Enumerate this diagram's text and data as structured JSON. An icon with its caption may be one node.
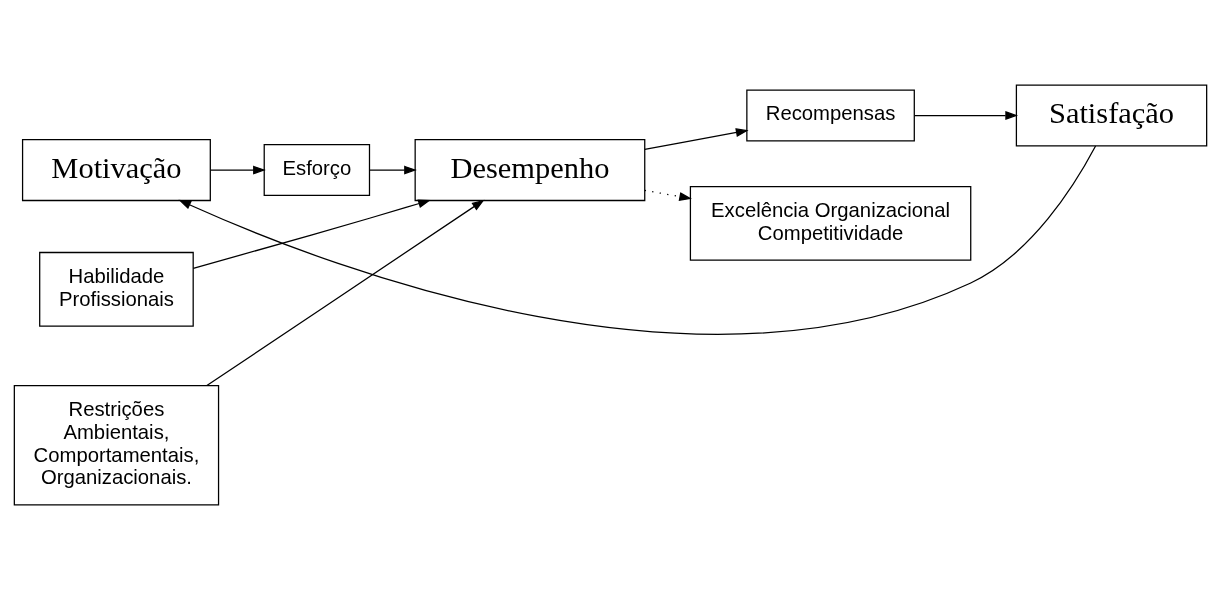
{
  "diagram": {
    "nodes": [
      {
        "text": [
          "Motivação"
        ]
      },
      {
        "text": [
          "Esforço"
        ]
      },
      {
        "text": [
          "Desempenho"
        ]
      },
      {
        "text": [
          "Recompensas"
        ]
      },
      {
        "text": [
          "Satisfação"
        ]
      },
      {
        "text": [
          "Habilidade Profissionais"
        ]
      },
      {
        "text": [
          "Restrições Ambientais, Comportamentais, Organizacionais."
        ]
      },
      {
        "text": [
          "Excelência Organizacional Competitividade"
        ]
      }
    ],
    "edges": [
      {
        "from": 0,
        "to": 1,
        "arrow": "to"
      },
      {
        "from": 1,
        "to": 2,
        "arrow": "to"
      },
      {
        "from": 2,
        "to": 3,
        "arrow": "to"
      },
      {
        "from": 3,
        "to": 4,
        "arrow": "to"
      },
      {
        "from": 5,
        "to": 2,
        "arrow": "to"
      },
      {
        "from": 6,
        "to": 2,
        "arrow": "to"
      },
      {
        "from": 4,
        "to": 0,
        "arrow": "to"
      },
      {
        "from": 2,
        "to": 7,
        "arrow": "to",
        "style": "dashed"
      }
    ]
  }
}
